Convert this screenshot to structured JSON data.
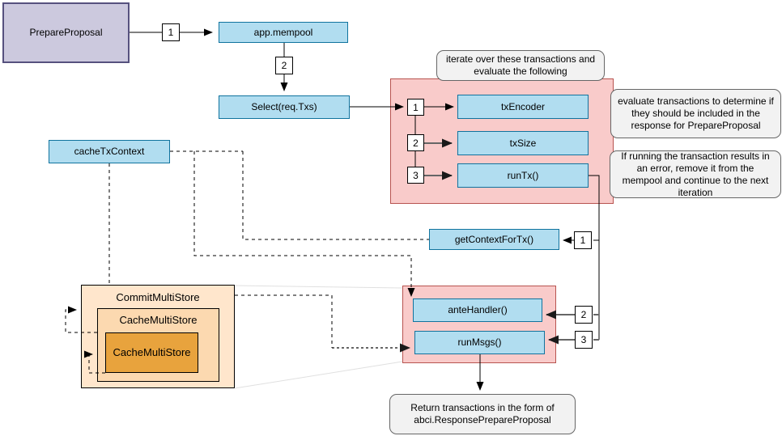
{
  "nodes": {
    "prepare_proposal": {
      "label": "PrepareProposal"
    },
    "app_mempool": {
      "label": "app.mempool"
    },
    "select_req_txs": {
      "label": "Select(req.Txs)"
    },
    "tx_encoder": {
      "label": "txEncoder"
    },
    "tx_size": {
      "label": "txSize"
    },
    "run_tx": {
      "label": "runTx()"
    },
    "cache_tx_context": {
      "label": "cacheTxContext"
    },
    "get_context_for_tx": {
      "label": "getContextForTx()"
    },
    "ante_handler": {
      "label": "anteHandler()"
    },
    "run_msgs": {
      "label": "runMsgs()"
    },
    "commit_multi_store": {
      "label": "CommitMultiStore"
    },
    "cache_multi_store_outer": {
      "label": "CacheMultiStore"
    },
    "cache_multi_store_inner": {
      "label": "CacheMultiStore"
    }
  },
  "callouts": {
    "iterate": "iterate over these transactions and evaluate the following",
    "evaluate": "evaluate transactions to determine if they should be included in the response for PrepareProposal",
    "error": "If running the transaction results in an error, remove it from the mempool and continue to the next iteration",
    "return": "Return transactions in the form of abci.ResponsePrepareProposal"
  },
  "steps": {
    "one": "1",
    "two": "2",
    "three": "3"
  },
  "colors": {
    "process_fill": "#B1DDF0",
    "process_border": "#10739E",
    "group_fill": "#F9CBCA",
    "group_border": "#B85450",
    "entry_fill": "#CCC9DE",
    "entry_border": "#56517E",
    "store_outer_fill": "#FFE6CC",
    "store_mid_fill": "#FCD9B0",
    "store_inner_fill": "#E8A33D",
    "note_fill": "#F2F2F2",
    "note_border": "#666666",
    "wire_black": "#000000",
    "wire_gray": "#666666"
  }
}
